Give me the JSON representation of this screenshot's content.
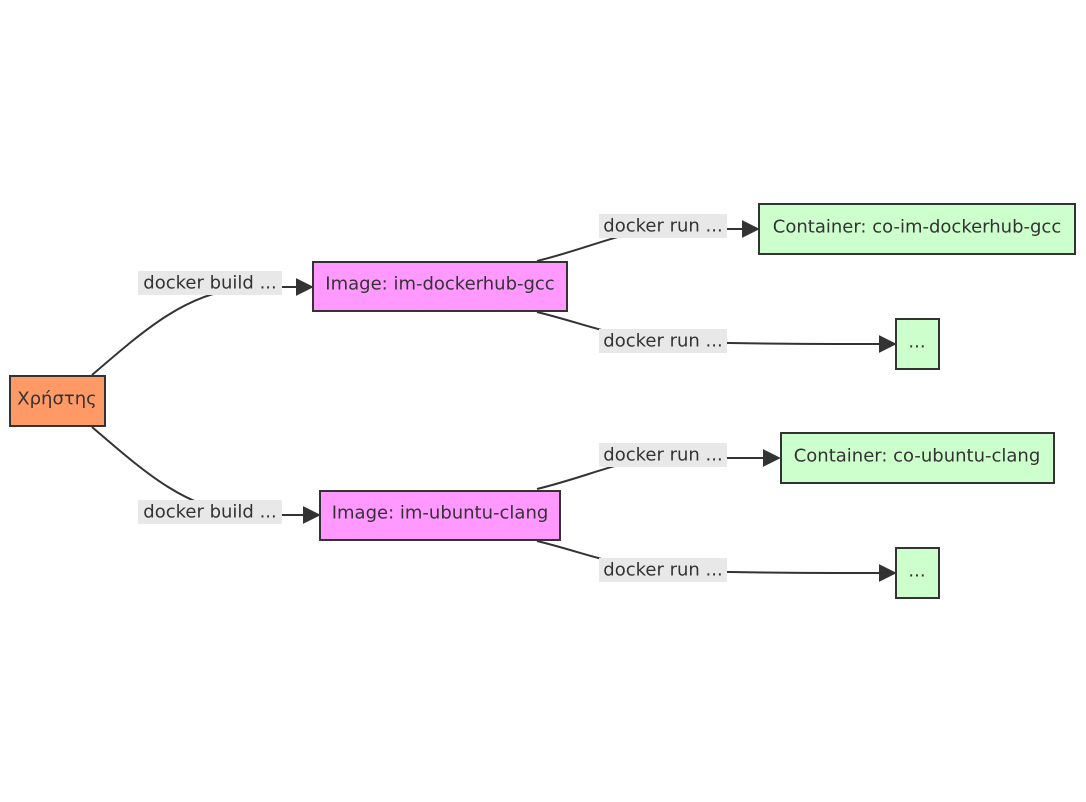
{
  "colors": {
    "user": "#ff9966",
    "image": "#ff99ff",
    "container": "#ccffcc",
    "edge": "#333333",
    "label_bg": "#e8e8e8"
  },
  "nodes": {
    "user": "Χρήστης",
    "image_gcc": "Image: im-dockerhub-gcc",
    "image_clang": "Image: im-ubuntu-clang",
    "container_gcc": "Container: co-im-dockerhub-gcc",
    "more_gcc": "...",
    "container_clang": "Container: co-ubuntu-clang",
    "more_clang": "..."
  },
  "edges": {
    "build_gcc": "docker build ...",
    "build_clang": "docker build ...",
    "run_gcc_1": "docker run ...",
    "run_gcc_2": "docker run ...",
    "run_clang_1": "docker run ...",
    "run_clang_2": "docker run ..."
  }
}
